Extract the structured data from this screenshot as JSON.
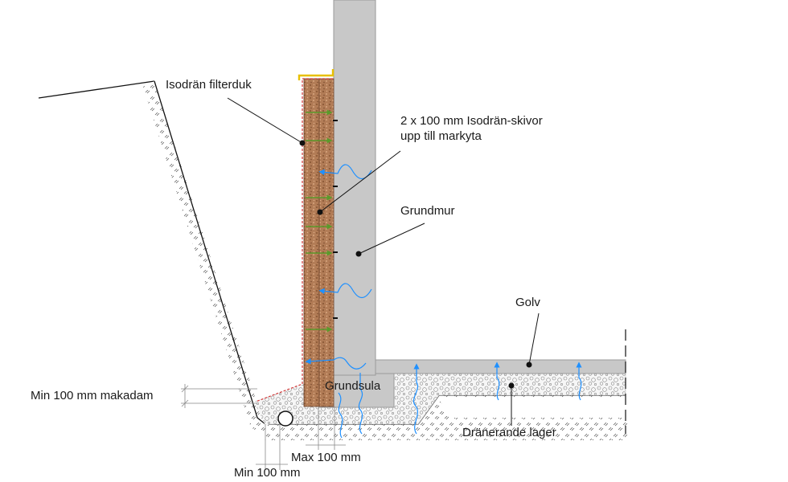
{
  "labels": {
    "filterduk": "Isodrän filterduk",
    "skivor_line1": "2 x 100 mm Isodrän-skivor",
    "skivor_line2": "upp till markyta",
    "grundmur": "Grundmur",
    "golv": "Golv",
    "grundsula": "Grundsula",
    "dranerande": "Dränerande lager",
    "makadam": "Min 100 mm makadam",
    "max100": "Max 100 mm",
    "min100": "Min 100 mm"
  },
  "colors": {
    "concrete": "#c8c8c8",
    "concrete_edge": "#9a9a9a",
    "board": "#b07a55",
    "water": "#1e90ff",
    "arrow_green": "#5a9a2a",
    "filter_red": "#d23a3a",
    "flashing": "#e8c000"
  }
}
